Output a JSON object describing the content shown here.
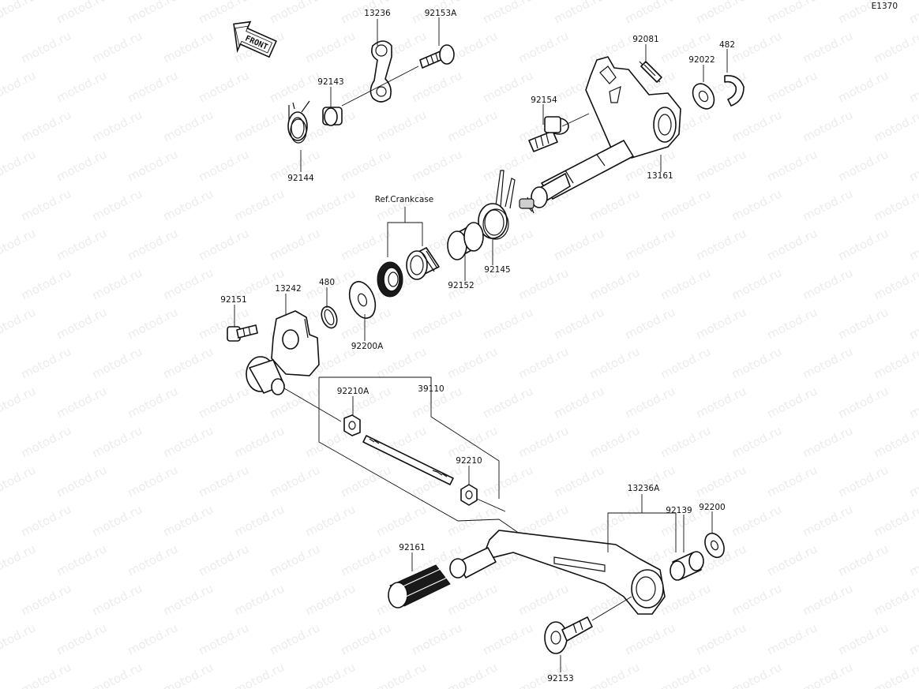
{
  "diagram_code": "E1370",
  "front_label": "FRONT",
  "watermark_text": "motod.ru",
  "group_label": "Ref.Crankcase",
  "parts": {
    "p13236": "13236",
    "p92153A": "92153A",
    "p92143": "92143",
    "p92144": "92144",
    "p92081": "92081",
    "p92022": "92022",
    "p482": "482",
    "p92154": "92154",
    "p13161": "13161",
    "p92145": "92145",
    "p92152": "92152",
    "p92151": "92151",
    "p13242": "13242",
    "p480": "480",
    "p92200A": "92200A",
    "p92210A": "92210A",
    "p39110": "39110",
    "p92210": "92210",
    "p13236A": "13236A",
    "p92139": "92139",
    "p92200": "92200",
    "p92161": "92161",
    "p92153": "92153"
  }
}
